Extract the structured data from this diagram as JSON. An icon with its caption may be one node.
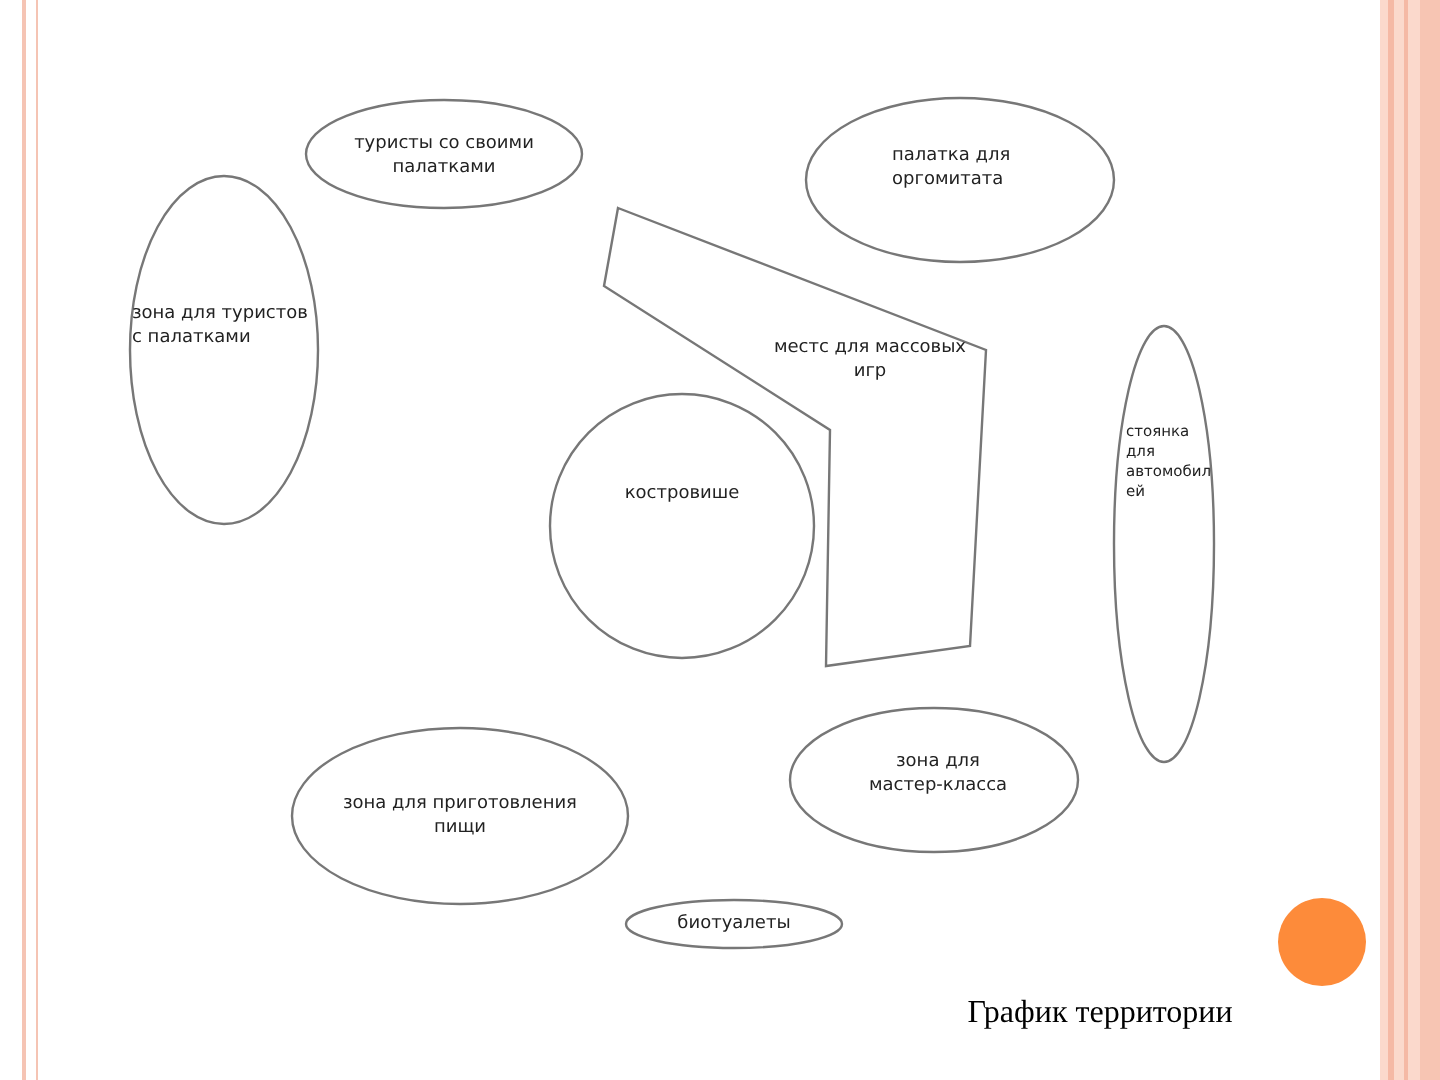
{
  "diagram": {
    "caption": "График территории",
    "nodes": [
      {
        "text": [
          "туристы со своими палатками"
        ]
      },
      {
        "text": [
          "палатка для оргомитата"
        ]
      },
      {
        "text": [
          "зона для туристов с палатками"
        ]
      },
      {
        "text": [
          "местс для массовых игр"
        ]
      },
      {
        "text": [
          "костровише"
        ]
      },
      {
        "text": [
          "стоянка для автомобил ей"
        ]
      },
      {
        "text": [
          "зона для мастер-класса"
        ]
      },
      {
        "text": [
          "зона для приготовления пищи"
        ]
      },
      {
        "text": [
          "биотуалеты"
        ]
      }
    ]
  }
}
